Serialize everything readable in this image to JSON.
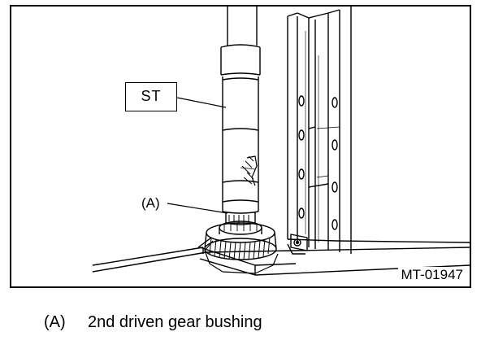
{
  "figure": {
    "st_label": "ST",
    "a_label": "(A)",
    "figure_id": "MT-01947"
  },
  "legend": {
    "items": [
      {
        "key": "(A)",
        "text": "2nd driven gear bushing"
      }
    ]
  },
  "colors": {
    "line": "#000000",
    "background": "#ffffff"
  }
}
